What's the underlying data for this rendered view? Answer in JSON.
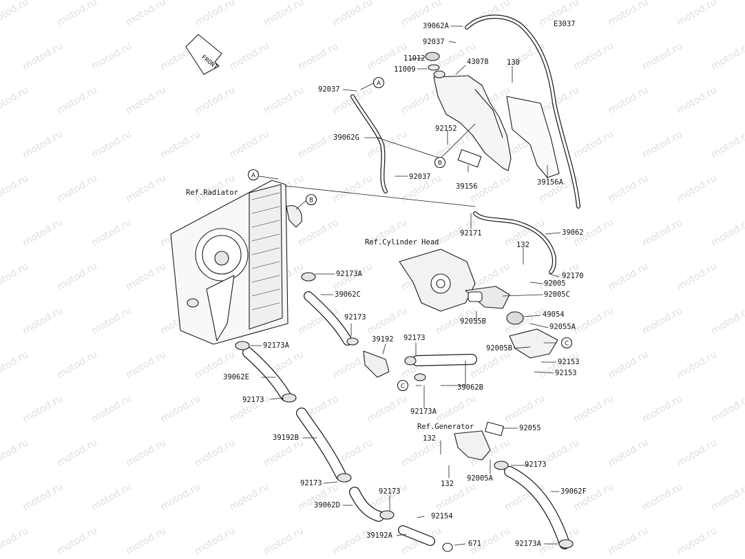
{
  "diagram_code": "E3037",
  "front_label": "FRONT",
  "watermark": "motod.ru",
  "reference_labels": {
    "radiator": "Ref.Radiator",
    "cylinder_head": "Ref.Cylinder Head",
    "generator": "Ref.Generator"
  },
  "connection_markers": {
    "a": "A",
    "b": "B",
    "c": "C"
  },
  "part_numbers": {
    "p39062A": "39062A",
    "p92037_top": "92037",
    "p11012": "11012",
    "p11009": "11009",
    "p43078": "43078",
    "p130": "130",
    "p92037_left": "92037",
    "p39062G": "39062G",
    "p92152": "92152",
    "p92037_low": "92037",
    "p39156": "39156",
    "p39156A": "39156A",
    "p92171": "92171",
    "p39062": "39062",
    "p132_top": "132",
    "p92170": "92170",
    "p92005": "92005",
    "p92005C": "92005C",
    "p49054": "49054",
    "p92055A": "92055A",
    "p92005B": "92005B",
    "p92153_a": "92153",
    "p92153_b": "92153",
    "p92173A_a": "92173A",
    "p39062C": "39062C",
    "p92173_a": "92173",
    "p39192": "39192",
    "p92173_b": "92173",
    "p92055B": "92055B",
    "p92173A_b": "92173A",
    "p39062E": "39062E",
    "p92173_c": "92173",
    "p39062B": "39062B",
    "p92173A_c": "92173A",
    "p39192B": "39192B",
    "p92055": "92055",
    "p132_mid": "132",
    "p132_low": "132",
    "p92005A": "92005A",
    "p92173_d": "92173",
    "p92173_e": "92173",
    "p92173_f": "92173",
    "p39062D": "39062D",
    "p39062F": "39062F",
    "p92154": "92154",
    "p39192A": "39192A",
    "p671": "671",
    "p92173A_d": "92173A"
  },
  "colors": {
    "line": "#1a1a1a",
    "part_fill": "#f2f2f2",
    "watermark": "#bfc3c7"
  }
}
